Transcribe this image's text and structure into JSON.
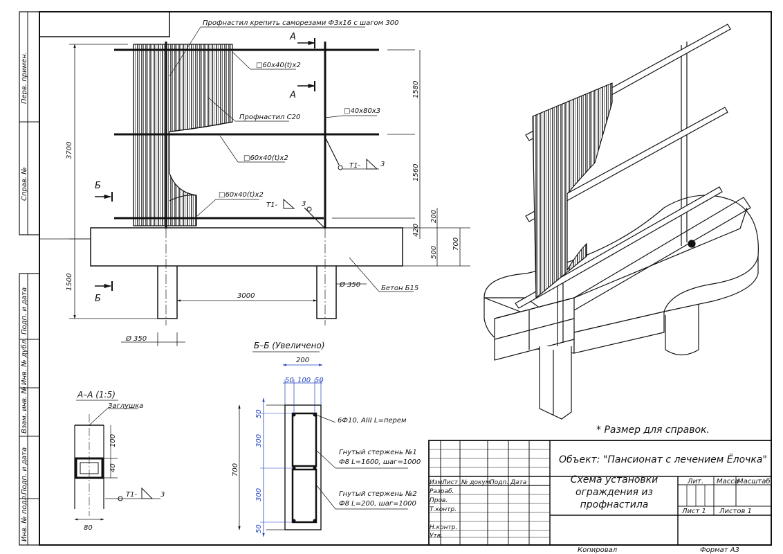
{
  "side_stamps": {
    "perv_primen": "Перв. примен.",
    "sprav_no": "Справ. №",
    "podp_data_1": "Подп. и дата",
    "inv_dubl": "Инв. № дубл.",
    "vzam_inv": "Взам. инв. №",
    "podp_data_2": "Подп. и дата",
    "inv_podl": "Инв. № подл."
  },
  "notes": {
    "fastening": "Профнастил крепить саморезами Ф3х16 с шагом 300",
    "section_a": "А",
    "section_b": "Б",
    "profile_top": "□60х40(t)х2",
    "profile_mid": "□60х40(t)х2",
    "profile_low": "□60х40(t)х2",
    "post": "□40х80х3",
    "sheet": "Профнастил С20",
    "weld_1": "Т1-",
    "weld_1_num": "3",
    "weld_2": "Т1-",
    "weld_2_num": "3",
    "concrete": "Бетон Б15",
    "diameter_350_a": "Ø 350",
    "diameter_350_b": "Ø 350",
    "reference_note": "* Размер для справок."
  },
  "dims": {
    "total_height": "3700",
    "upper_spacing": "1580",
    "lower_spacing": "1560",
    "bottom_gap": "420",
    "top_offset": "200",
    "grade_beam": "500",
    "beam_height": "700",
    "pile_depth": "1500",
    "pile_spacing": "3000"
  },
  "section_aa": {
    "title": "А–А (1:5)",
    "cap": "Заглушка",
    "d100": "100",
    "d40": "40",
    "d80": "80",
    "weld": "Т1-",
    "weld_num": "3"
  },
  "section_bb": {
    "title": "Б–Б (Увеличено)",
    "w200": "200",
    "w50a": "50",
    "w100": "100",
    "w50b": "50",
    "h700": "700",
    "h50a": "50",
    "h300a": "300",
    "h300b": "300",
    "h50b": "50",
    "rebar_main": "6Ф10, AIII L=перем",
    "rebar1_line1": "Гнутый стержень №1",
    "rebar1_line2": "Ф8 L=1600, шаг=1000",
    "rebar2_line1": "Гнутый стержень №2",
    "rebar2_line2": "Ф8 L=200, шаг=1000"
  },
  "title_block": {
    "object": "Объект: \"Пансионат с лечением Ёлочка\"",
    "drawing_title_1": "Схема установки",
    "drawing_title_2": "ограждения из",
    "drawing_title_3": "профнастила",
    "col_izm": "Изм.",
    "col_list": "Лист",
    "col_doc": "№ докум.",
    "col_podp": "Подп.",
    "col_data": "Дата",
    "row_razrab": "Разраб.",
    "row_prov": "Пров.",
    "row_tkontr": "Т.контр.",
    "row_nkontr": "Н.контр.",
    "row_utv": "Утв.",
    "lit": "Лит.",
    "massa": "Масса",
    "masshtab": "Масштаб",
    "sheet": "Лист 1",
    "sheets": "Листов 1",
    "copied": "Копировал",
    "format": "Формат А3"
  },
  "colors": {
    "ink": "#111111",
    "dimension_blue": "#1f3fbf"
  }
}
